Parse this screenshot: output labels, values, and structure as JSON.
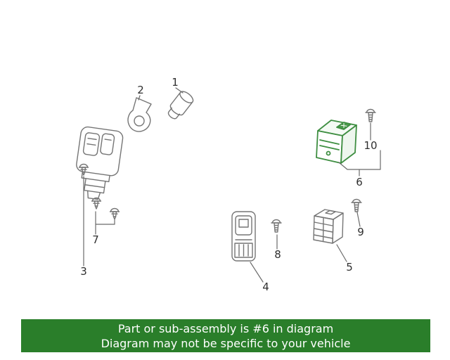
{
  "diagram": {
    "highlighted_part": "6",
    "labels": [
      "1",
      "2",
      "3",
      "4",
      "5",
      "6",
      "7",
      "8",
      "9",
      "10"
    ]
  },
  "colors": {
    "highlight": "#3e8e41",
    "highlight_button": "#4c9a4c",
    "line": "#757575",
    "leader": "#6a6a6a",
    "banner_background": "#2a7e2a",
    "banner_text": "#ffffff"
  },
  "banner": {
    "line1": "Part or sub-assembly is #6 in diagram",
    "line2": "Diagram may not be specific to your vehicle"
  }
}
